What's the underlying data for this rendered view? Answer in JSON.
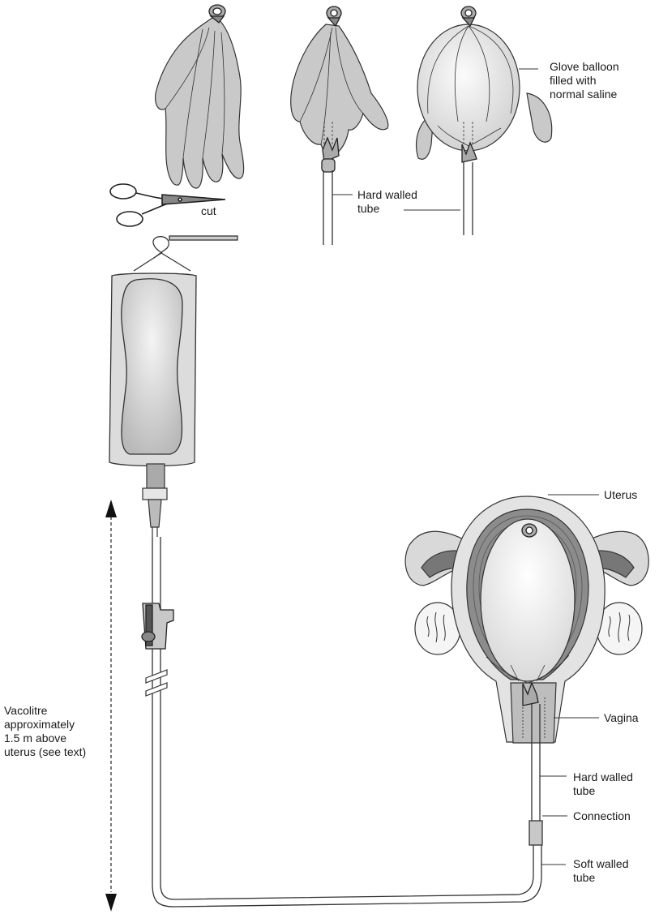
{
  "labels": {
    "cut": "cut",
    "hard_tube_top": "Hard walled\ntube",
    "glove_balloon": "Glove balloon\nfilled with\nnormal saline",
    "uterus": "Uterus",
    "vagina": "Vagina",
    "hard_tube_bottom": "Hard walled\ntube",
    "connection": "Connection",
    "soft_tube": "Soft walled\ntube",
    "vacolitre": "Vacolitre\napproximately\n1.5 m above\nuterus (see text)"
  }
}
